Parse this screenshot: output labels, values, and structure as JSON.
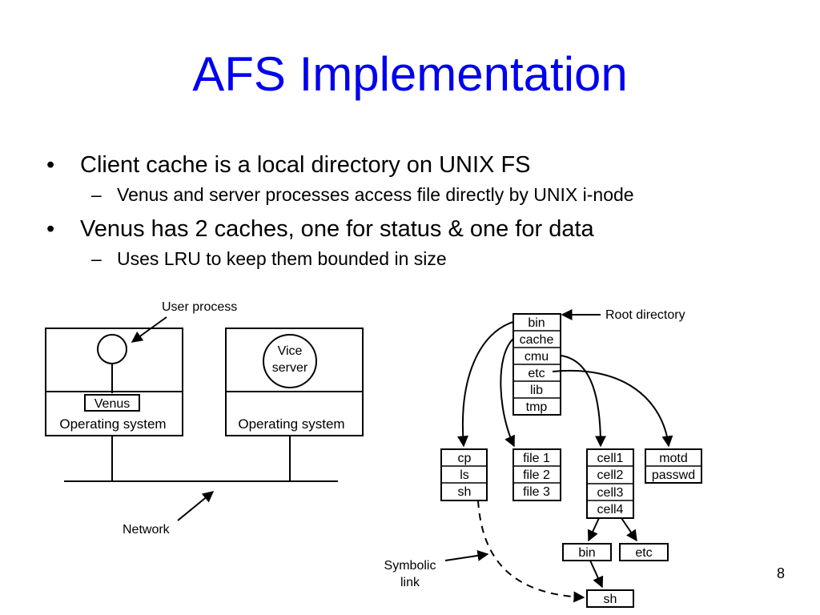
{
  "slide": {
    "title": "AFS Implementation",
    "page_number": "8",
    "bullets": [
      {
        "text": "Client cache is a local directory on UNIX FS",
        "sub": [
          "Venus and server processes access file directly by UNIX i-node"
        ]
      },
      {
        "text": "Venus has 2 caches, one for status & one for data",
        "sub": [
          "Uses LRU to keep them bounded in size"
        ]
      }
    ],
    "bullet_mark": "•",
    "sub_mark": "–"
  },
  "left_diagram": {
    "user_process_label": "User process",
    "venus_label": "Venus",
    "os_label_client": "Operating system",
    "vice_line1": "Vice",
    "vice_line2": "server",
    "os_label_server": "Operating system",
    "network_label": "Network"
  },
  "right_diagram": {
    "root_directory_label": "Root directory",
    "root_entries": [
      "bin",
      "cache",
      "cmu",
      "etc",
      "lib",
      "tmp"
    ],
    "bin_entries": [
      "cp",
      "ls",
      "sh"
    ],
    "cache_entries": [
      "file 1",
      "file 2",
      "file 3"
    ],
    "cmu_entries": [
      "cell1",
      "cell2",
      "cell3",
      "cell4"
    ],
    "etc_entries": [
      "motd",
      "passwd"
    ],
    "cell_entries": [
      "bin",
      "etc"
    ],
    "cell_bin_entries": [
      "sh"
    ],
    "symbolic_link_line1": "Symbolic",
    "symbolic_link_line2": "link"
  }
}
